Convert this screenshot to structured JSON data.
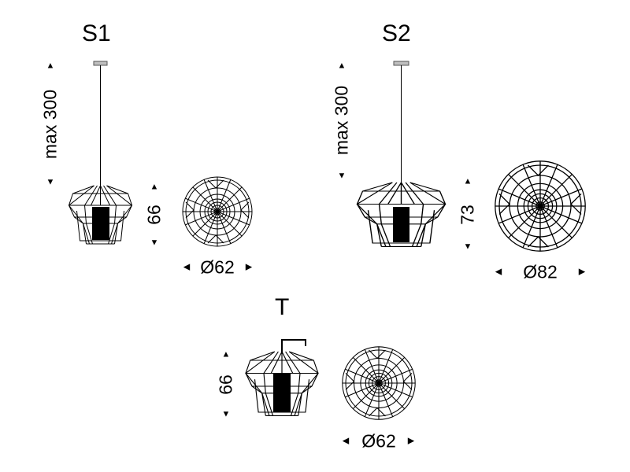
{
  "models": [
    {
      "id": "s1",
      "label": "S1",
      "height_max": "max 300",
      "height": "66",
      "diameter": "Ø62"
    },
    {
      "id": "s2",
      "label": "S2",
      "height_max": "max 300",
      "height": "73",
      "diameter": "Ø82"
    },
    {
      "id": "t",
      "label": "T",
      "height": "66",
      "diameter": "Ø62"
    }
  ],
  "arrows": {
    "up": "▲",
    "down": "▼",
    "left": "◀",
    "right": "▶"
  }
}
